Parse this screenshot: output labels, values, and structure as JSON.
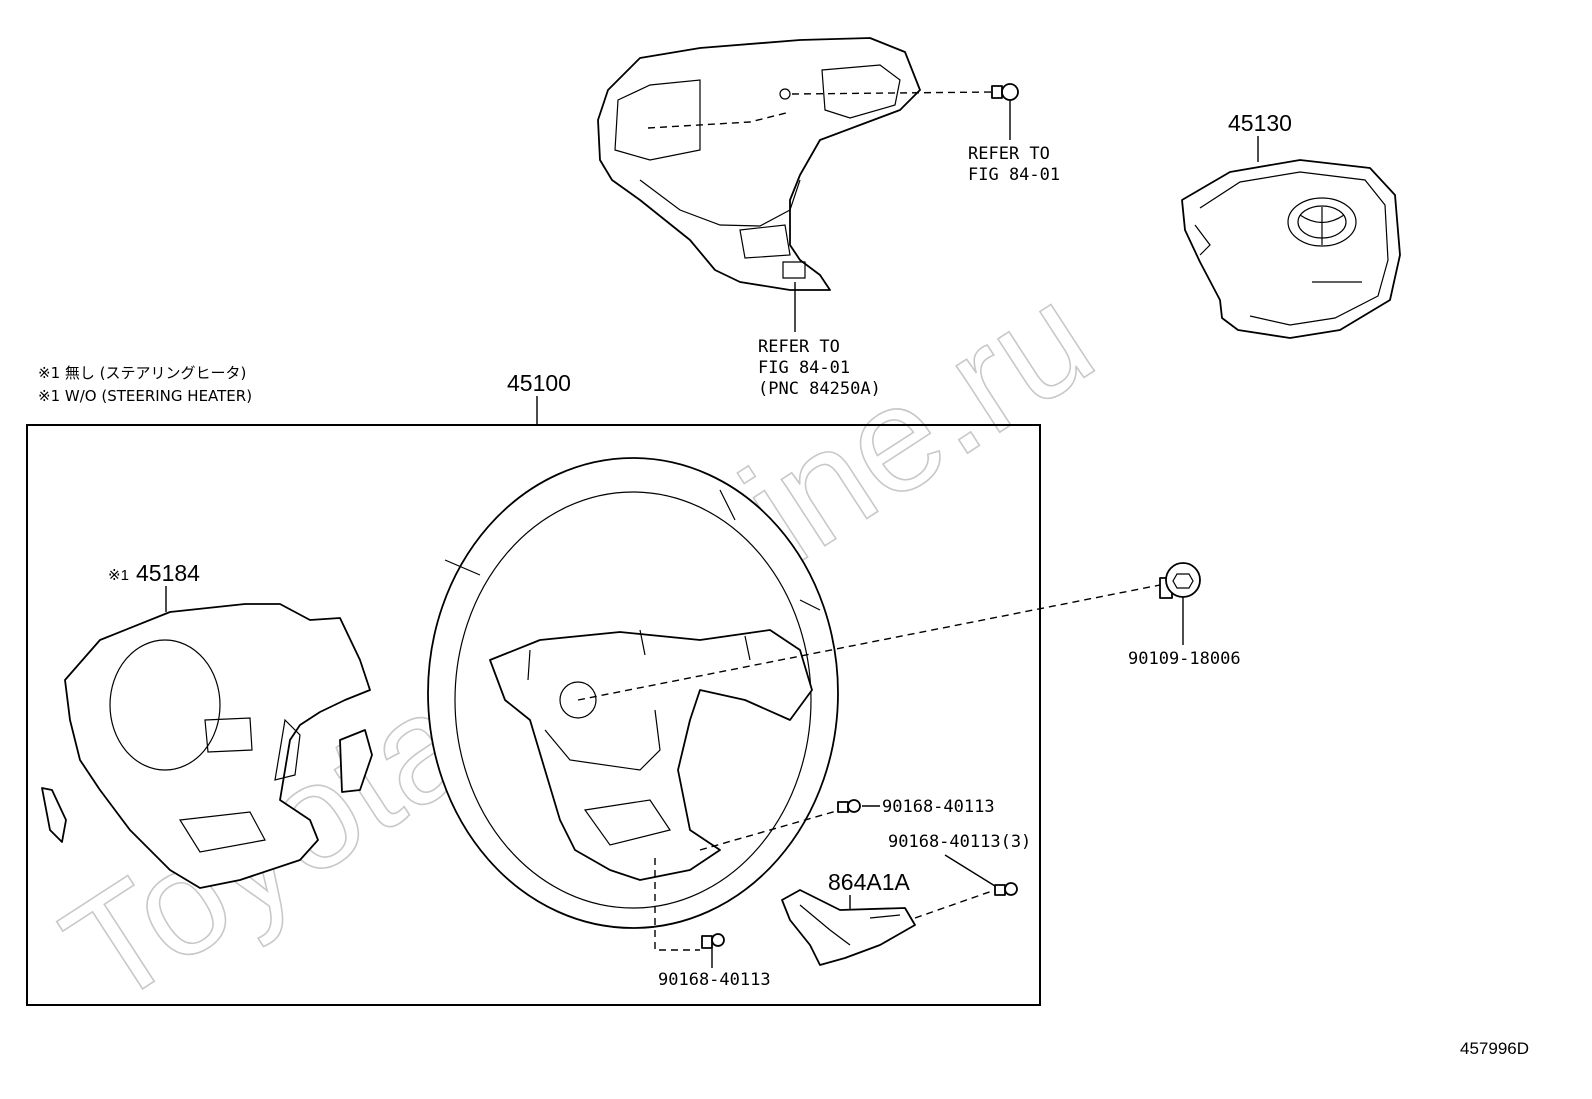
{
  "watermark": "ToyotaCarMine.ru",
  "diagram_code": "457996D",
  "notes": {
    "line1": "※1 無し (ステアリングヒータ)",
    "line2": "※1 W/O (STEERING HEATER)"
  },
  "parts": {
    "wheel": "45100",
    "airbag": "45130",
    "cover": "45184",
    "cover_mark": "※1",
    "screw_main": "90109-18006",
    "screw_right": "90168-40113",
    "screw_right_qty": "90168-40113(3)",
    "screw_bottom": "90168-40113",
    "bracket": "864A1A"
  },
  "refs": {
    "bolt_top": {
      "line1": "REFER TO",
      "line2": "FIG 84-01"
    },
    "switch_panel": {
      "line1": "REFER TO",
      "line2": "FIG 84-01",
      "line3": "(PNC 84250A)"
    }
  }
}
